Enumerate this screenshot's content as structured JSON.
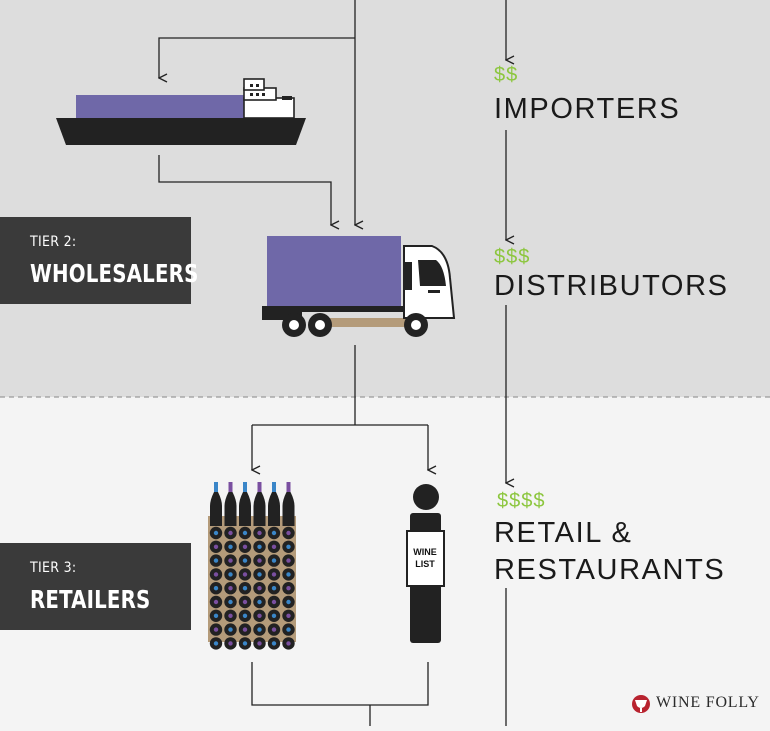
{
  "tiers": [
    {
      "small": "TIER 2:",
      "big": "WHOLESALERS"
    },
    {
      "small": "TIER 3:",
      "big": "RETAILERS"
    }
  ],
  "stages": [
    {
      "cost": "$$",
      "label": "IMPORTERS"
    },
    {
      "cost": "$$$",
      "label": "DISTRIBUTORS"
    },
    {
      "cost": "$$$$",
      "label": "RETAIL &\nRESTAURANTS"
    }
  ],
  "wine_list": "WINE\nLIST",
  "brand": "WINE FOLLY",
  "colors": {
    "top_bg": "#dddddd",
    "bottom_bg": "#f4f4f4",
    "tier_box": "#3a3a3a",
    "accent_green": "#8cc63e",
    "cargo_purple": "#6f68a8",
    "bottle_accents": [
      "#3a86c8",
      "#7a4fa0"
    ],
    "brand_red": "#b8232f"
  }
}
